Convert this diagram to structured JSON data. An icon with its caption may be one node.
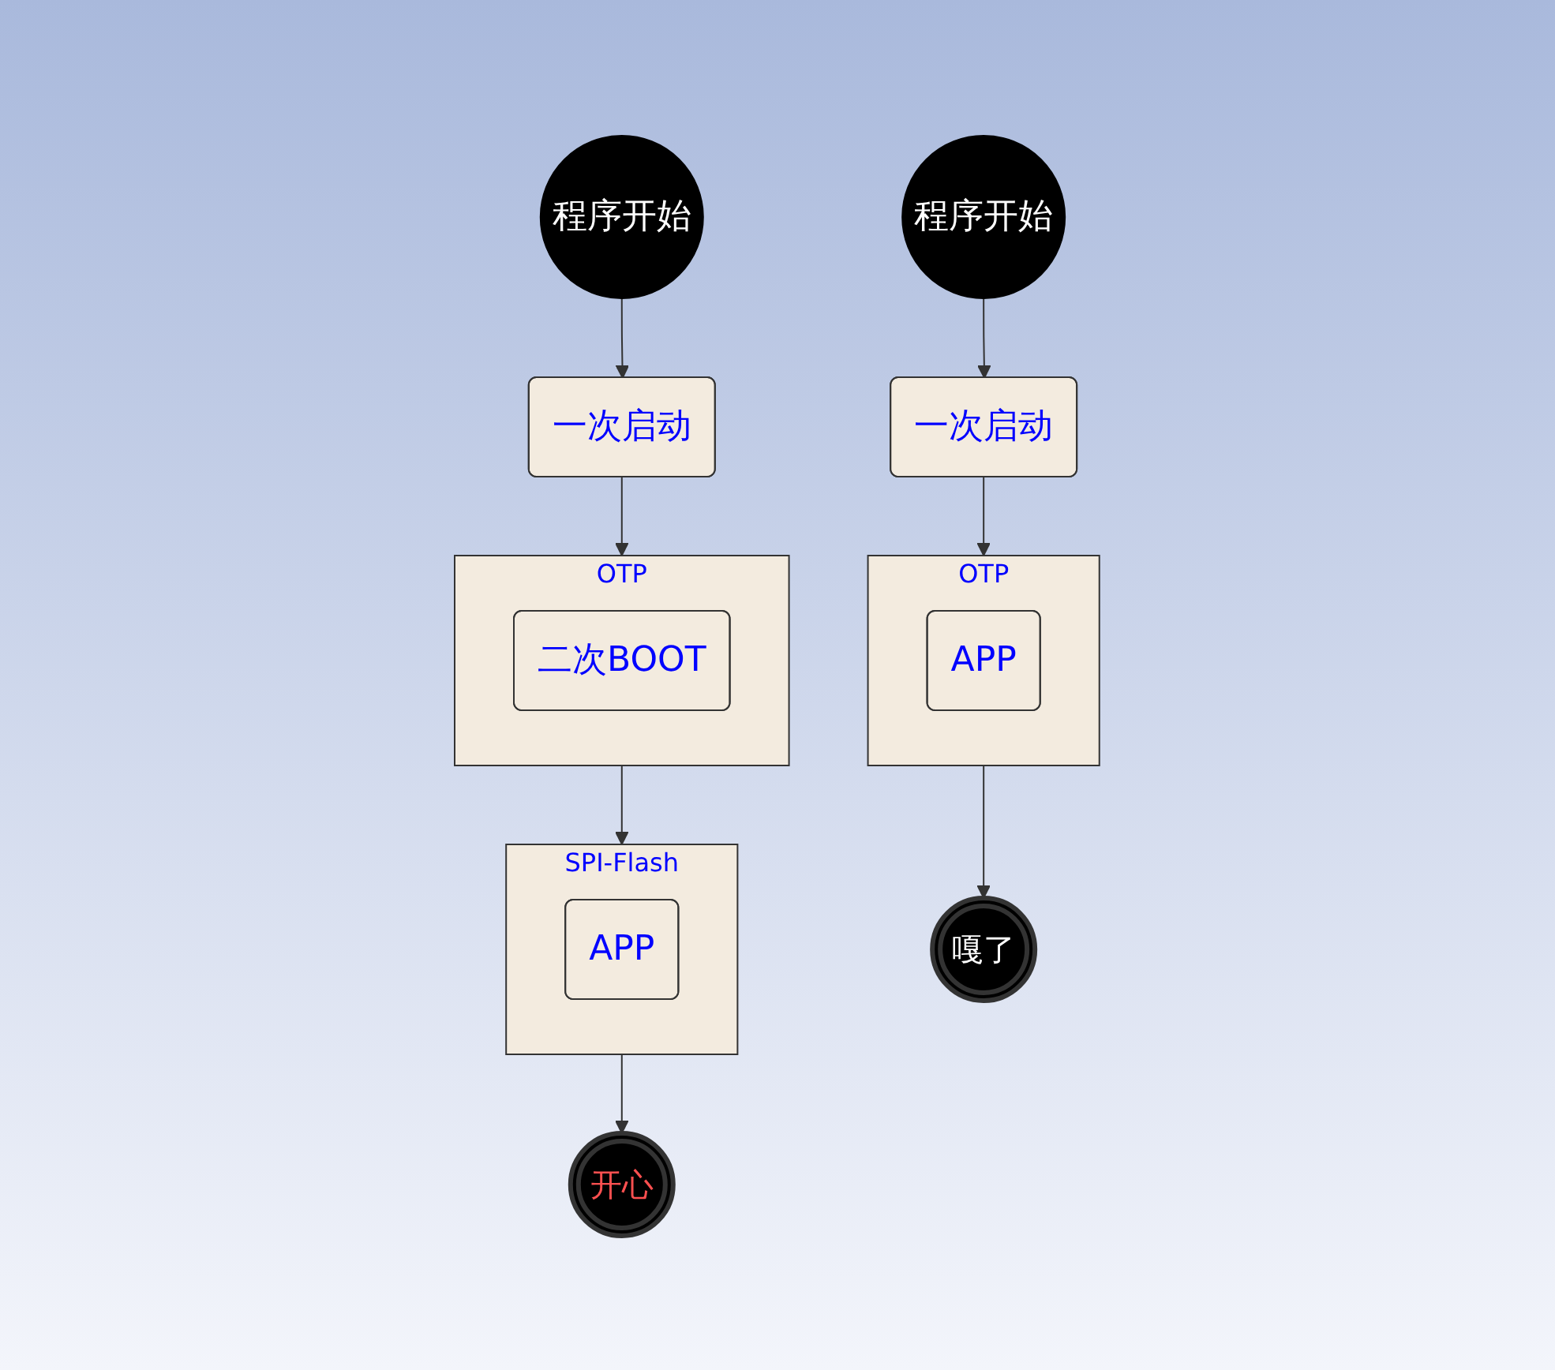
{
  "diagram": {
    "nodes": [
      {
        "text": [
          "程序开始"
        ]
      },
      {
        "text": [
          "一次启动"
        ]
      },
      {
        "text": [
          "OTP"
        ]
      },
      {
        "text": [
          "APP"
        ],
        "in": 2
      },
      {
        "text": [
          "嘎了"
        ]
      },
      {
        "text": [
          "程序开始"
        ]
      },
      {
        "text": [
          "一次启动"
        ]
      },
      {
        "text": [
          "OTP"
        ]
      },
      {
        "text": [
          "二次BOOT"
        ],
        "in": 7
      },
      {
        "text": [
          "SPI-Flash"
        ]
      },
      {
        "text": [
          "APP"
        ],
        "in": 9
      },
      {
        "text": [
          "开心"
        ]
      }
    ],
    "edges": [
      {
        "from": 0,
        "to": 1,
        "arrow": "to"
      },
      {
        "from": 1,
        "to": 2,
        "arrow": "to"
      },
      {
        "from": 2,
        "to": 4,
        "arrow": "to"
      },
      {
        "from": 5,
        "to": 6,
        "arrow": "to"
      },
      {
        "from": 6,
        "to": 7,
        "arrow": "to"
      },
      {
        "from": 7,
        "to": 9,
        "arrow": "to"
      },
      {
        "from": 9,
        "to": 11,
        "arrow": "to"
      }
    ]
  }
}
